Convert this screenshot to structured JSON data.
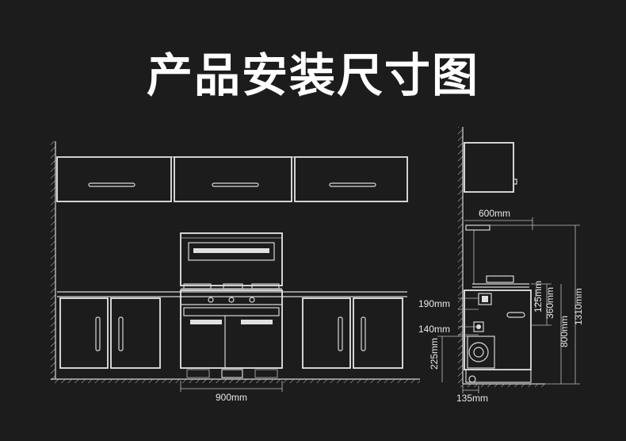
{
  "title": "产品安装尺寸图",
  "dimensions": {
    "front_width": "900mm",
    "side_depth": "600mm",
    "d190": "190mm",
    "d140": "140mm",
    "d225": "225mm",
    "d135": "135mm",
    "d125": "125mm",
    "d360": "360mm",
    "d800": "800mm",
    "d1310": "1310mm"
  }
}
